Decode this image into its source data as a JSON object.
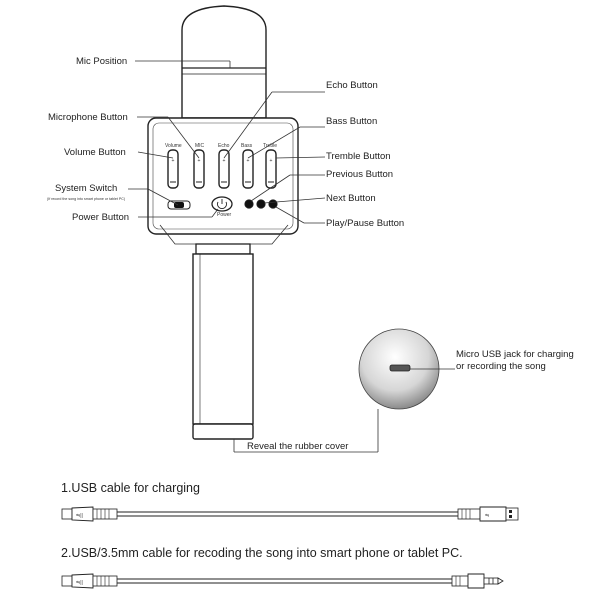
{
  "labels": {
    "mic_position": "Mic Position",
    "microphone_button": "Microphone Button",
    "volume_button": "Volume Button",
    "system_switch": "System Switch",
    "system_switch_note": "(If record the song into smart phone or tablet PC)",
    "power_button": "Power Button",
    "echo_button": "Echo Button",
    "bass_button": "Bass Button",
    "tremble_button": "Tremble Button",
    "previous_button": "Previous Button",
    "next_button": "Next Button",
    "play_pause_button": "Play/Pause Button",
    "usb_jack": "Micro USB jack for charging",
    "usb_jack_line2": "or recording the song",
    "rubber_cover": "Reveal the rubber cover"
  },
  "panel_labels": {
    "volume": "Volume",
    "mic": "MIC",
    "echo": "Echo",
    "bass": "Bass",
    "treble": "Treble",
    "power": "Power"
  },
  "captions": {
    "cable1": "1.USB cable for charging",
    "cable2": "2.USB/3.5mm cable for recoding the song into smart phone or tablet PC."
  },
  "icons": [
    "microphone-icon",
    "usb-symbol-icon",
    "plug-icon"
  ],
  "colors": {
    "line": "#333333",
    "panel_dark": "#111111",
    "port_gradient_center": "#ffffff",
    "port_gradient_edge": "#7a7a7a"
  }
}
